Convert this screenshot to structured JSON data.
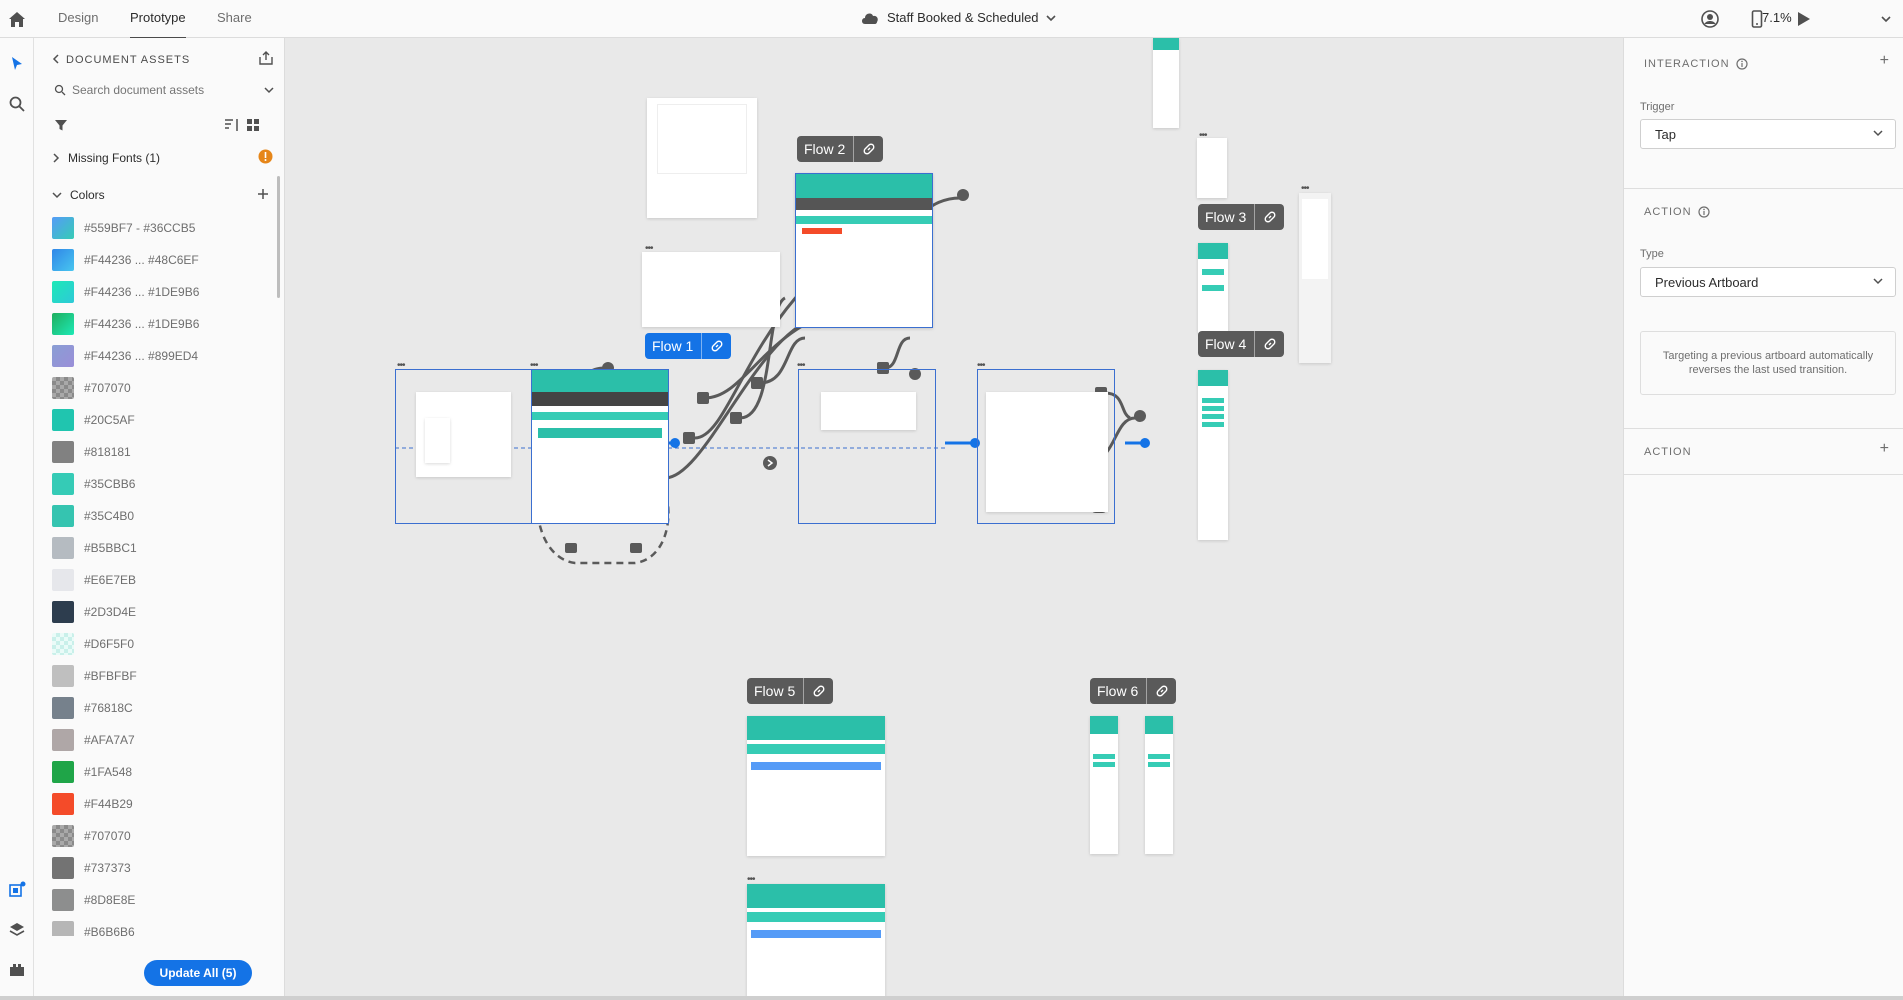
{
  "topbar": {
    "tabs": [
      {
        "label": "Design",
        "active": false
      },
      {
        "label": "Prototype",
        "active": true
      },
      {
        "label": "Share",
        "active": false
      }
    ],
    "document_title": "Staff Booked & Scheduled",
    "zoom": "7.1%",
    "icons": [
      "home-icon",
      "cloud-icon",
      "user-icon",
      "phone-icon",
      "play-icon",
      "chevron-down-icon"
    ]
  },
  "assets": {
    "title": "DOCUMENT ASSETS",
    "search_placeholder": "Search document assets",
    "missing_fonts": "Missing Fonts (1)",
    "colors_label": "Colors",
    "colors": [
      {
        "label": "#559BF7 - #36CCB5",
        "fill": "linear-gradient(135deg,#559BF7,#36CCB5)"
      },
      {
        "label": "#F44236 ... #48C6EF",
        "fill": "linear-gradient(135deg,#2f86e8,#48C6EF)"
      },
      {
        "label": "#F44236 ... #1DE9B6",
        "fill": "linear-gradient(135deg,#1DE9B6,#2ec9d8)"
      },
      {
        "label": "#F44236 ... #1DE9B6",
        "fill": "linear-gradient(135deg,#1FAE5E,#1DE9B6)"
      },
      {
        "label": "#F44236 ... #899ED4",
        "fill": "linear-gradient(135deg,#899ED4,#9a8ed8)"
      },
      {
        "label": "#707070",
        "fill": "checker"
      },
      {
        "label": "#20C5AF",
        "fill": "#20C5AF"
      },
      {
        "label": "#818181",
        "fill": "#818181"
      },
      {
        "label": "#35CBB6",
        "fill": "#35CBB6"
      },
      {
        "label": "#35C4B0",
        "fill": "#35C4B0"
      },
      {
        "label": "#B5BBC1",
        "fill": "#B5BBC1"
      },
      {
        "label": "#E6E7EB",
        "fill": "#E6E7EB"
      },
      {
        "label": "#2D3D4E",
        "fill": "#2D3D4E"
      },
      {
        "label": "#D6F5F0",
        "fill": "checker-light"
      },
      {
        "label": "#BFBFBF",
        "fill": "#BFBFBF"
      },
      {
        "label": "#76818C",
        "fill": "#76818C"
      },
      {
        "label": "#AFA7A7",
        "fill": "#AFA7A7"
      },
      {
        "label": "#1FA548",
        "fill": "#1FA548"
      },
      {
        "label": "#F44B29",
        "fill": "#F44B29"
      },
      {
        "label": "#707070",
        "fill": "checker"
      },
      {
        "label": "#737373",
        "fill": "#737373"
      },
      {
        "label": "#8D8E8E",
        "fill": "#8D8E8E"
      },
      {
        "label": "#B6B6B6",
        "fill": "#B6B6B6"
      }
    ],
    "update_button": "Update All (5)"
  },
  "canvas": {
    "flows": [
      "Flow 1",
      "Flow 2",
      "Flow 3",
      "Flow 4",
      "Flow 5",
      "Flow 6"
    ]
  },
  "inspector": {
    "interaction_heading": "INTERACTION",
    "trigger_label": "Trigger",
    "trigger_value": "Tap",
    "action_heading": "ACTION",
    "type_label": "Type",
    "type_value": "Previous Artboard",
    "info_text": "Targeting a previous artboard automatically reverses the last used transition.",
    "action2_heading": "ACTION"
  },
  "colors": {
    "accent": "#1473e6",
    "connector": "#5a5a5a",
    "teal": "#36CCB5"
  }
}
